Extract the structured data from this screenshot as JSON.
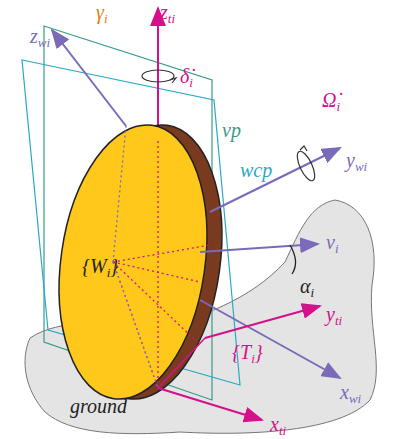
{
  "diagram": {
    "labels": [
      "γi",
      "zti",
      "zwi",
      "δ̇i",
      "Ω̇i",
      "ywi",
      "vp",
      "wcp",
      "{Wi}",
      "vi",
      "αi",
      "yti",
      "{Ti}",
      "xwi",
      "ground",
      "xti"
    ]
  }
}
